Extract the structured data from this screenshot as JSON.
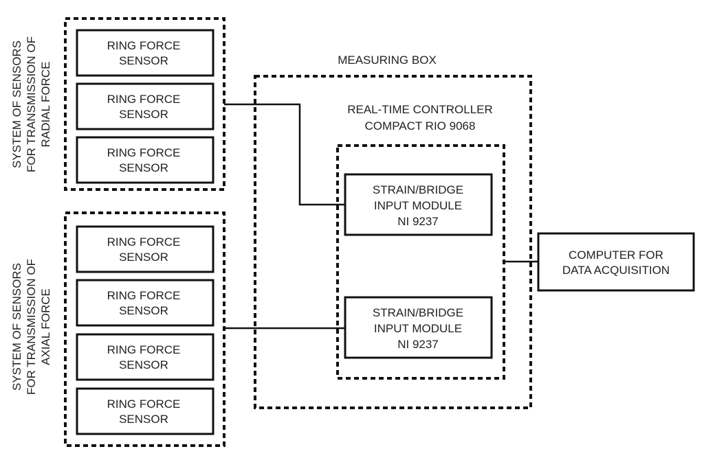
{
  "measuring_box": {
    "title": "MEASURING BOX"
  },
  "controller": {
    "title_line1": "REAL-TIME CONTROLLER",
    "title_line2": "COMPACT RIO 9068"
  },
  "radial_group": {
    "label_line1": "SYSTEM OF SENSORS",
    "label_line2": "FOR TRANSMISSION OF",
    "label_line3": "RADIAL FORCE",
    "sensors": [
      {
        "line1": "RING FORCE",
        "line2": "SENSOR"
      },
      {
        "line1": "RING FORCE",
        "line2": "SENSOR"
      },
      {
        "line1": "RING FORCE",
        "line2": "SENSOR"
      }
    ]
  },
  "axial_group": {
    "label_line1": "SYSTEM OF SENSORS",
    "label_line2": "FOR TRANSMISSION OF",
    "label_line3": "AXIAL FORCE",
    "sensors": [
      {
        "line1": "RING FORCE",
        "line2": "SENSOR"
      },
      {
        "line1": "RING FORCE",
        "line2": "SENSOR"
      },
      {
        "line1": "RING FORCE",
        "line2": "SENSOR"
      },
      {
        "line1": "RING FORCE",
        "line2": "SENSOR"
      }
    ]
  },
  "modules": [
    {
      "line1": "STRAIN/BRIDGE",
      "line2": "INPUT MODULE",
      "line3": "NI 9237"
    },
    {
      "line1": "STRAIN/BRIDGE",
      "line2": "INPUT MODULE",
      "line3": "NI 9237"
    }
  ],
  "computer": {
    "line1": "COMPUTER FOR",
    "line2": "DATA  ACQUISITION"
  }
}
